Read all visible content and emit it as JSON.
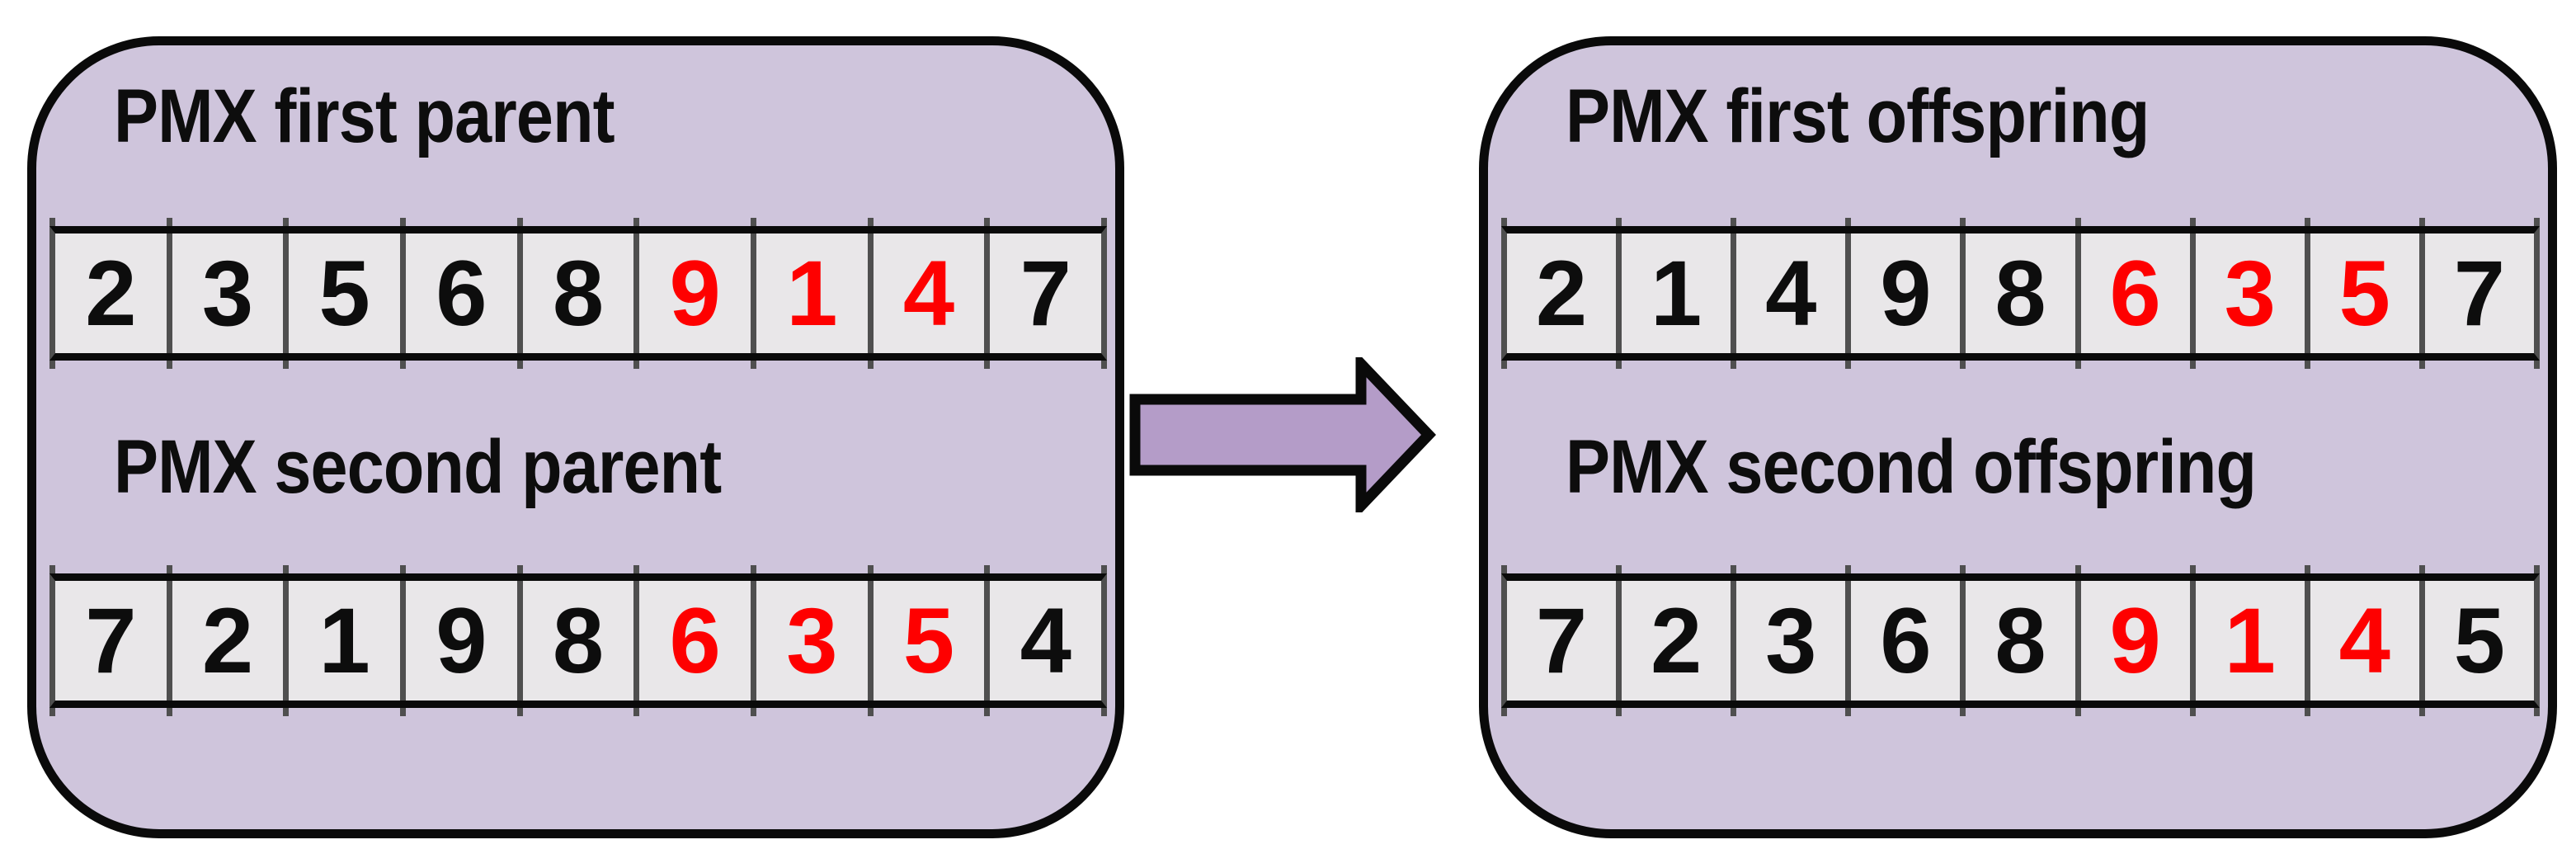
{
  "figure": {
    "arrow_icon": "right-arrow",
    "colors": {
      "panel_fill": "#cfc5dc",
      "panel_border": "#0a0a0a",
      "cell_fill": "#e9e7e9",
      "cell_divider": "#4f4f4f",
      "digit_black": "#0d0d0d",
      "digit_red": "#fe0000",
      "arrow_fill": "#b49cc8",
      "background": "#ffffff"
    },
    "panels": [
      {
        "id": "parents",
        "sections": [
          {
            "title": "PMX first parent",
            "values": [
              "2",
              "3",
              "5",
              "6",
              "8",
              "9",
              "1",
              "4",
              "7"
            ],
            "colors": [
              "black",
              "black",
              "black",
              "black",
              "black",
              "red",
              "red",
              "red",
              "black"
            ]
          },
          {
            "title": "PMX second parent",
            "values": [
              "7",
              "2",
              "1",
              "9",
              "8",
              "6",
              "3",
              "5",
              "4"
            ],
            "colors": [
              "black",
              "black",
              "black",
              "black",
              "black",
              "red",
              "red",
              "red",
              "black"
            ]
          }
        ]
      },
      {
        "id": "offspring",
        "sections": [
          {
            "title": "PMX first offspring",
            "values": [
              "2",
              "1",
              "4",
              "9",
              "8",
              "6",
              "3",
              "5",
              "7"
            ],
            "colors": [
              "black",
              "black",
              "black",
              "black",
              "black",
              "red",
              "red",
              "red",
              "black"
            ]
          },
          {
            "title": "PMX second offspring",
            "values": [
              "7",
              "2",
              "3",
              "6",
              "8",
              "9",
              "1",
              "4",
              "5"
            ],
            "colors": [
              "black",
              "black",
              "black",
              "black",
              "black",
              "red",
              "red",
              "red",
              "black"
            ]
          }
        ]
      }
    ]
  }
}
